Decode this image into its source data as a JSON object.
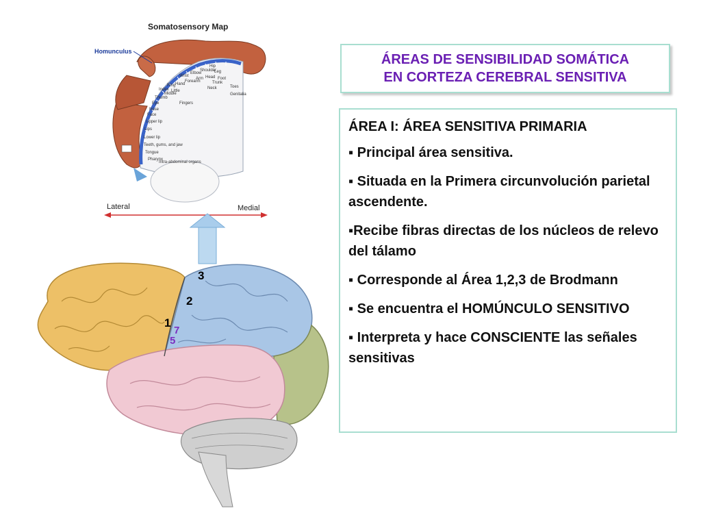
{
  "illustration": {
    "map_title": "Somatosensory Map",
    "homunculus_label": "Homunculus",
    "lateral_label": "Lateral",
    "medial_label": "Medial",
    "body_parts": [
      "Toes",
      "Genitalia",
      "Foot",
      "Leg",
      "Hip",
      "Trunk",
      "Neck",
      "Head",
      "Shoulder",
      "Arm",
      "Elbow",
      "Forearm",
      "Wrist",
      "Hand",
      "Little",
      "Ring",
      "Middle",
      "Index",
      "Thumb",
      "Eye",
      "Nose",
      "Face",
      "Upper lip",
      "Lips",
      "Lower lip",
      "Teeth, gums, and jaw",
      "Tongue",
      "Pharynx",
      "Intra-abdominal organs",
      "Fingers"
    ],
    "brain_numbers": {
      "n3": "3",
      "n2": "2",
      "n1": "1",
      "n7": "7",
      "n5": "5"
    }
  },
  "title": {
    "line1": "ÁREAS DE SENSIBILIDAD SOMÁTICA",
    "line2": "EN CORTEZA CEREBRAL SENSITIVA"
  },
  "content": {
    "heading": "ÁREA I: ÁREA SENSITIVA PRIMARIA",
    "items": [
      "▪ Principal área sensitiva.",
      "▪ Situada en la Primera circunvolución parietal ascendente.",
      "▪Recibe fibras directas de los núcleos de relevo del tálamo",
      "▪ Corresponde al Área 1,2,3 de Brodmann",
      "▪ Se encuentra el HOMÚNCULO SENSITIVO",
      "▪ Interpreta y hace CONSCIENTE las señales sensitivas"
    ]
  },
  "colors": {
    "title_text": "#6a1fb3",
    "box_border": "#a8ded0",
    "number_accent": "#7b2fc0"
  }
}
